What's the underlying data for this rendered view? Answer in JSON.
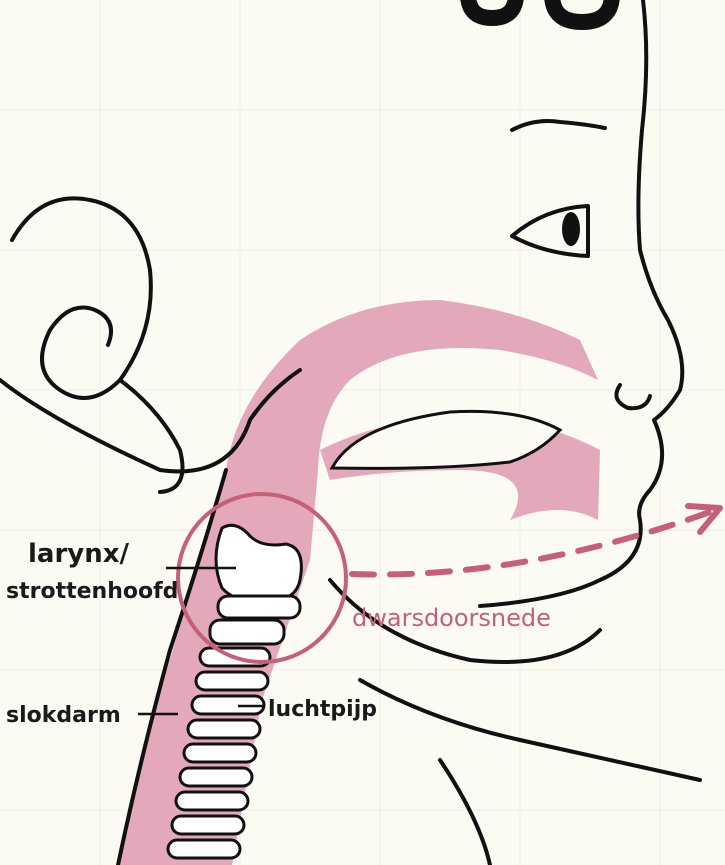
{
  "labels": {
    "larynx_line1": "larynx/",
    "larynx_line2": "strottenhoofd",
    "esophagus": "slokdarm",
    "trachea": "luchtpijp",
    "cross_section": "dwarsdoorsnede"
  },
  "colors": {
    "tissue_pink": "#e3a9bb",
    "accent_pink": "#c65f78",
    "ink": "#111111",
    "paper": "#fbfaf3"
  }
}
